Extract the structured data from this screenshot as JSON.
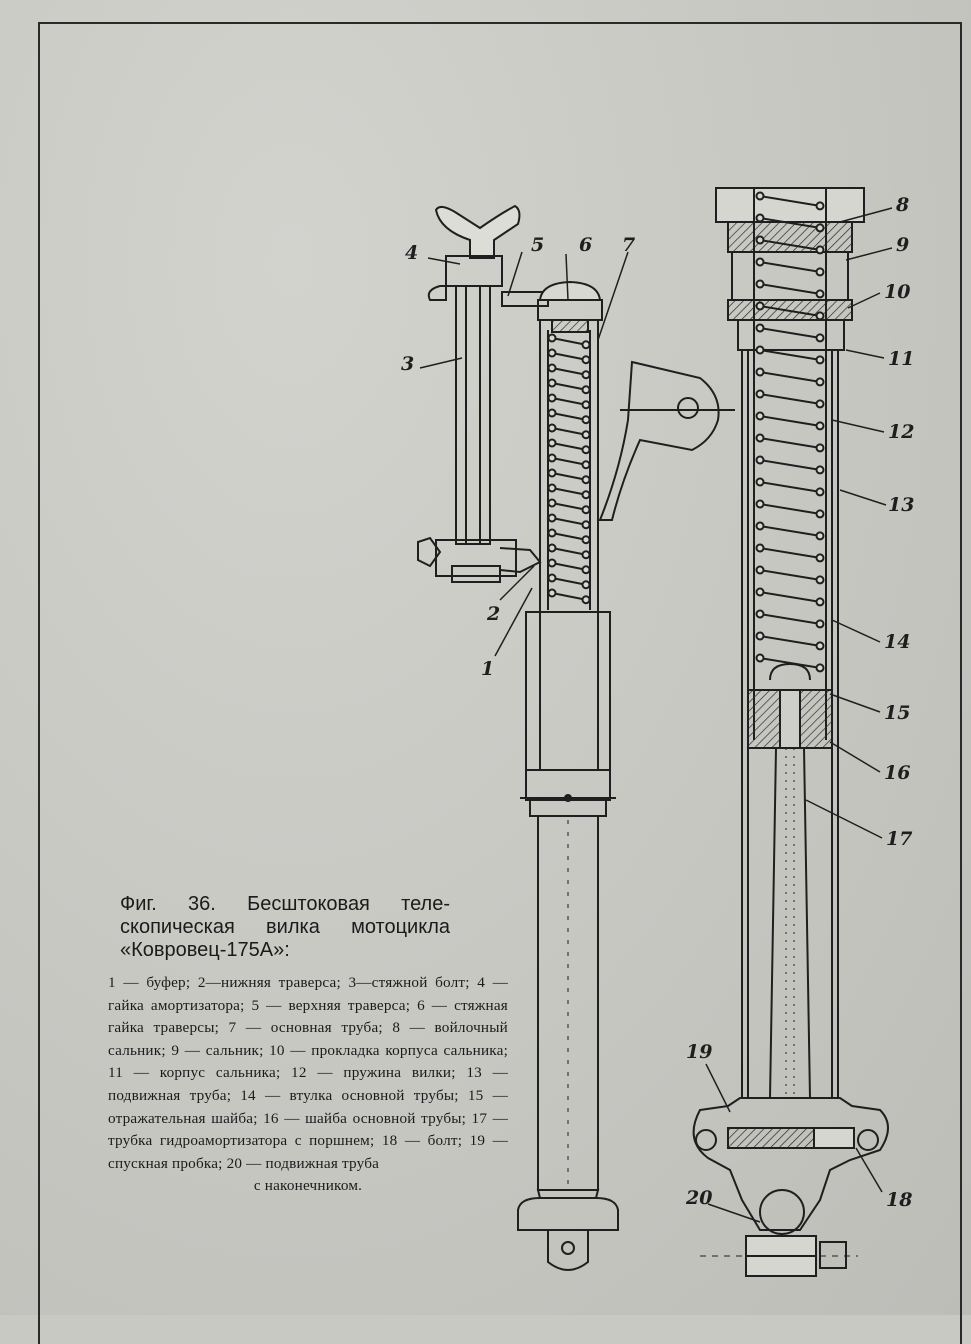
{
  "figure": {
    "caption_title": "Фиг. 36. Бесштоковая теле­скопическая вилка мото­цикла «Ковровец-175А»:",
    "caption_legend": "1 — буфер; 2—нижняя траверса; 3—стяжной болт; 4 — гайка амортизатора; 5 — верхняя траверса; 6 — стяжная гайка траверсы; 7 — основная труба; 8 — войлочный сальник; 9 — сальник; 10 — прокладка корпуса сальника; 11 — корпус сальника; 12 — пружина вилки; 13 — подвижная труба; 14 — втулка основной трубы; 15 — отражательная шайба; 16 — шайба основной трубы; 17 — трубка гидроамортизатора с поршнем; 18 — болт; 19 — спускная пробка; 20 — подвижная труба",
    "caption_legend_end": "с наконечником."
  },
  "labels": {
    "l1": "1",
    "l2": "2",
    "l3": "3",
    "l4": "4",
    "l5": "5",
    "l6": "6",
    "l7": "7",
    "l8": "8",
    "l9": "9",
    "l10": "10",
    "l11": "11",
    "l12": "12",
    "l13": "13",
    "l14": "14",
    "l15": "15",
    "l16": "16",
    "l17": "17",
    "l18": "18",
    "l19": "19",
    "l20": "20"
  },
  "colors": {
    "ink": "#1e1e1e",
    "paper": "#c9c9c4"
  }
}
